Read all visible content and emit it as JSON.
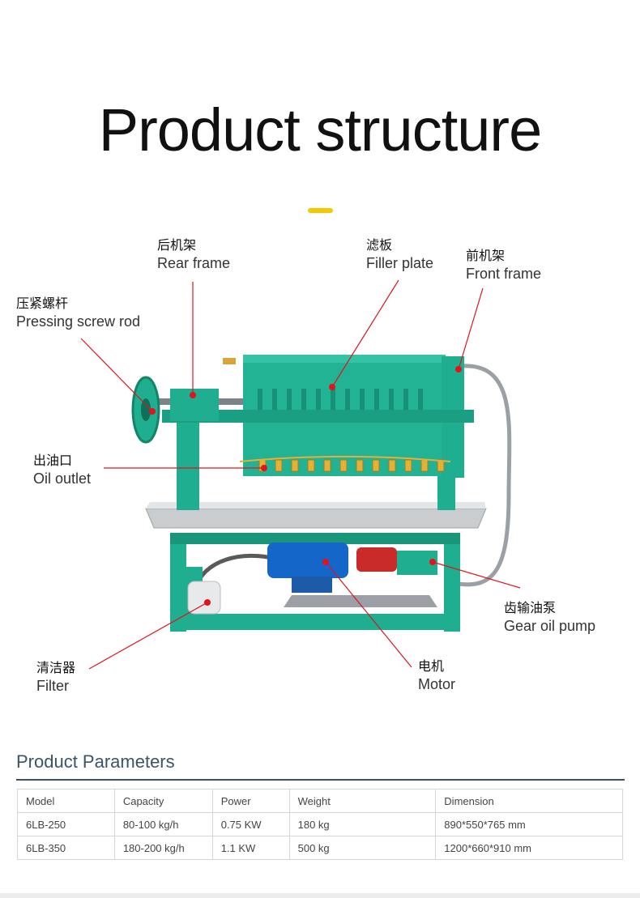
{
  "header": {
    "title": "Product structure"
  },
  "structure": {
    "labels": [
      {
        "id": "rear-frame",
        "zh": "后机架",
        "en": "Rear frame"
      },
      {
        "id": "filler-plate",
        "zh": "滤板",
        "en": "Filler plate"
      },
      {
        "id": "front-frame",
        "zh": "前机架",
        "en": "Front frame"
      },
      {
        "id": "pressing-screw-rod",
        "zh": "压紧螺杆",
        "en": "Pressing screw rod"
      },
      {
        "id": "oil-outlet",
        "zh": "出油口",
        "en": "Oil outlet"
      },
      {
        "id": "gear-oil-pump",
        "zh": "齿输油泵",
        "en": "Gear oil pump"
      },
      {
        "id": "filter",
        "zh": "清洁器",
        "en": "Filter"
      },
      {
        "id": "motor",
        "zh": "电机",
        "en": "Motor"
      }
    ]
  },
  "parameters": {
    "title": "Product Parameters",
    "columns": [
      "Model",
      "Capacity",
      "Power",
      "Weight",
      "Dimension"
    ],
    "rows": [
      [
        "6LB-250",
        "80-100 kg/h",
        "0.75 KW",
        "180 kg",
        "890*550*765 mm"
      ],
      [
        "6LB-350",
        "180-200 kg/h",
        "1.1 KW",
        "500 kg",
        "1200*660*910 mm"
      ]
    ]
  },
  "colors": {
    "accent": "#f6c800",
    "machine": "#1fae8f",
    "callout": "#e0141e",
    "heading": "#3a5469"
  }
}
